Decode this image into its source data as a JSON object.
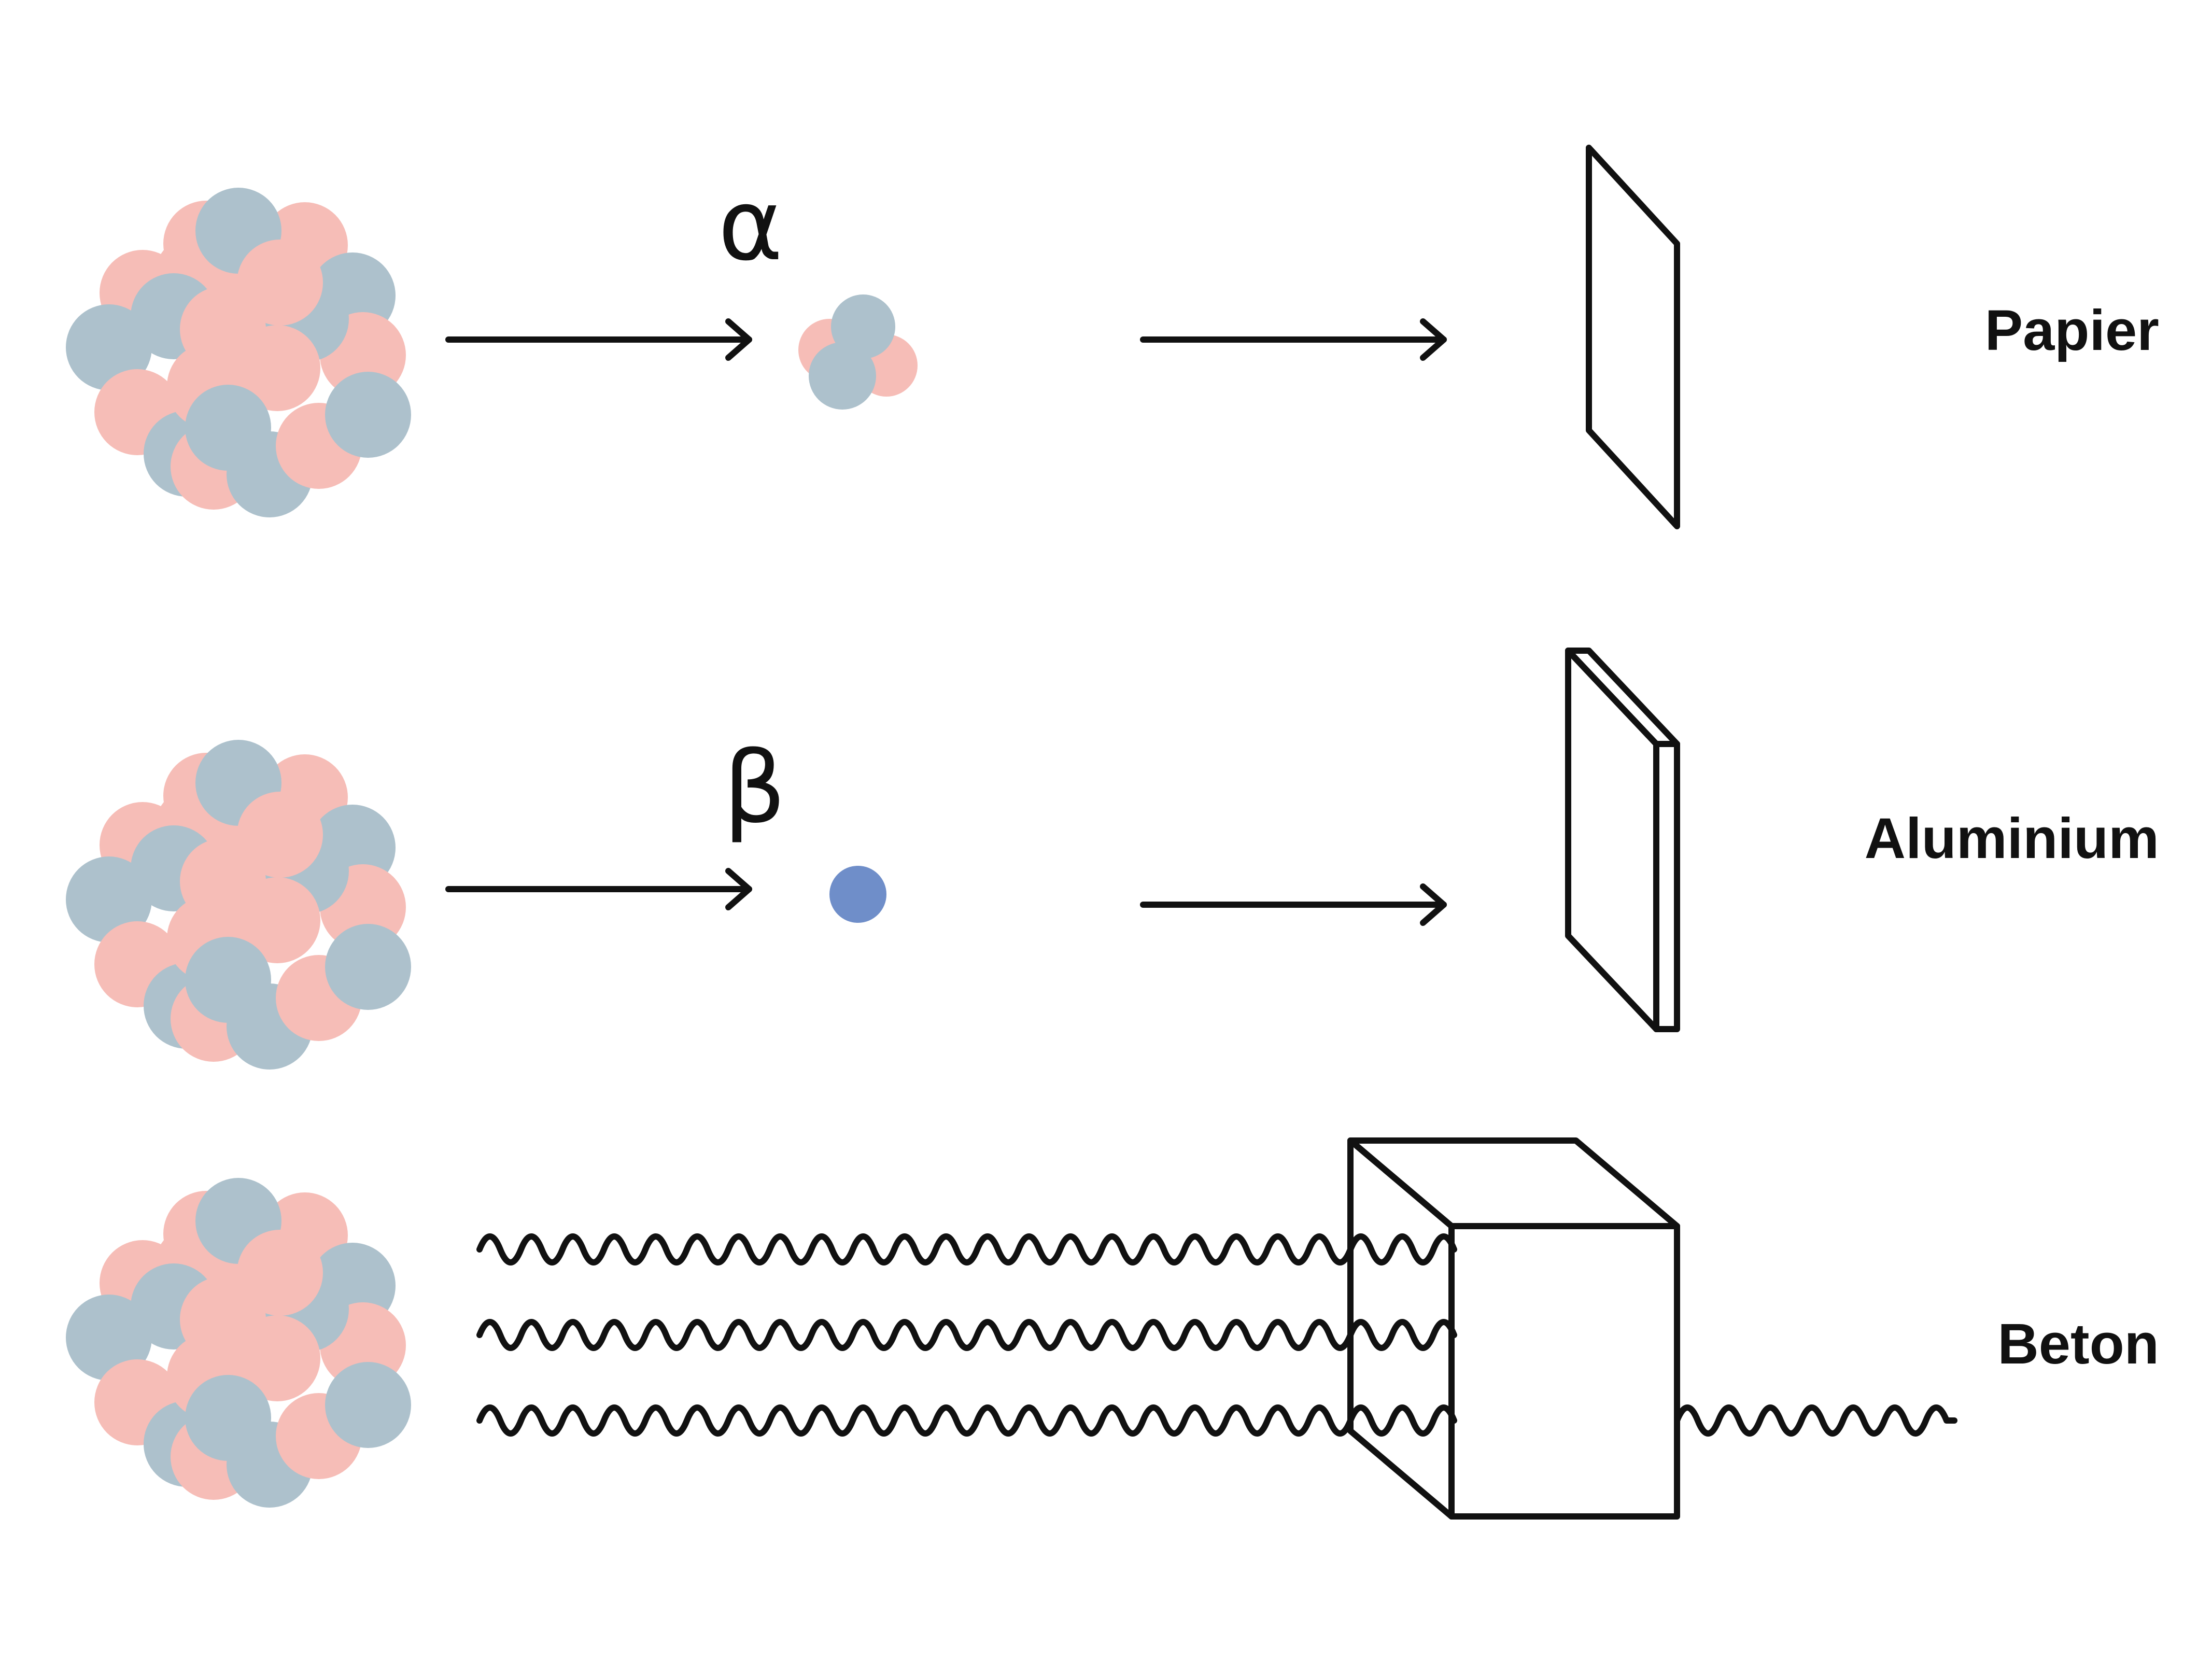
{
  "colors": {
    "proton": "#f6bdb7",
    "neutron": "#adc1cc",
    "electron": "#6f8ec9",
    "material_fill": "#dddeda",
    "ink": "#111111",
    "background": "#ffffff"
  },
  "rows": [
    {
      "id": "alpha",
      "symbol": "α",
      "particle": "alpha-particle",
      "material": "Papier"
    },
    {
      "id": "beta",
      "symbol": "β",
      "particle": "electron",
      "material": "Aluminium"
    },
    {
      "id": "gamma",
      "symbol": "",
      "particle": "gamma-waves",
      "material": "Beton"
    }
  ],
  "icons": [
    "nucleus-icon",
    "arrow-icon",
    "alpha-particle-icon",
    "electron-icon",
    "wave-icon",
    "paper-sheet-icon",
    "aluminium-plate-icon",
    "concrete-block-icon"
  ]
}
